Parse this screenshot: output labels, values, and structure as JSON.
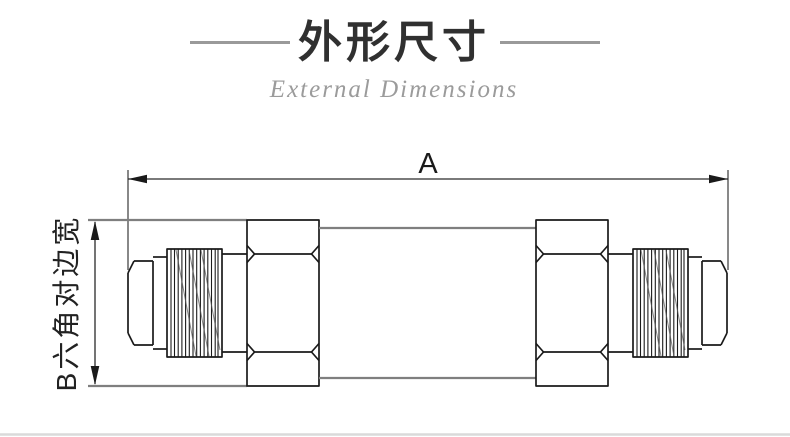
{
  "header": {
    "title": "外形尺寸",
    "subtitle": "External Dimensions"
  },
  "dimensions": {
    "length_label": "A",
    "width_label": "B六角对边宽"
  },
  "drawing": {
    "subject": "hydraulic-union-fitting",
    "features": [
      "left flare nose",
      "left thread",
      "left hex nut",
      "center body",
      "right hex nut",
      "right thread",
      "right flare nose"
    ]
  },
  "colors": {
    "outline": "#1a1a1a",
    "body_line": "#7f7f7f",
    "dimension_line": "#2a2a2a",
    "title_text": "#303030",
    "subtitle_text": "#9b9b9b",
    "title_dash": "#9a9a9a",
    "page_divider": "#dadada",
    "background": "#ffffff"
  }
}
